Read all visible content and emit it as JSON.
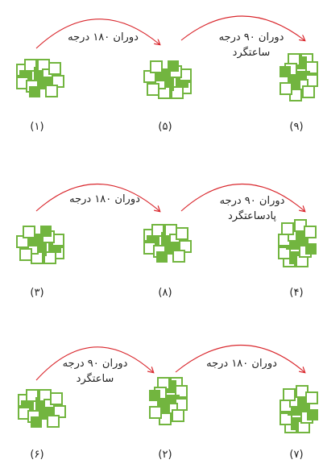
{
  "colors": {
    "green": "#72b53f",
    "arrow": "#d9262c"
  },
  "rows": [
    {
      "figures": [
        {
          "label": "(۱)"
        },
        {
          "label": "(۵)"
        },
        {
          "label": "(۹)"
        }
      ],
      "arrows": [
        {
          "line1": "دوران ۱۸۰ درجه",
          "line2": ""
        },
        {
          "line1": "دوران ۹۰ درجه",
          "line2": "ساعتگرد"
        }
      ]
    },
    {
      "figures": [
        {
          "label": "(۳)"
        },
        {
          "label": "(۸)"
        },
        {
          "label": "(۴)"
        }
      ],
      "arrows": [
        {
          "line1": "دوران ۱۸۰ درجه",
          "line2": ""
        },
        {
          "line1": "دوران ۹۰ درجه",
          "line2": "پادساعتگرد"
        }
      ]
    },
    {
      "figures": [
        {
          "label": "(۶)"
        },
        {
          "label": "(۲)"
        },
        {
          "label": "(۷)"
        }
      ],
      "arrows": [
        {
          "line1": "دوران ۹۰ درجه",
          "line2": "ساعتگرد"
        },
        {
          "line1": "دوران ۱۸۰ درجه",
          "line2": ""
        }
      ]
    }
  ]
}
